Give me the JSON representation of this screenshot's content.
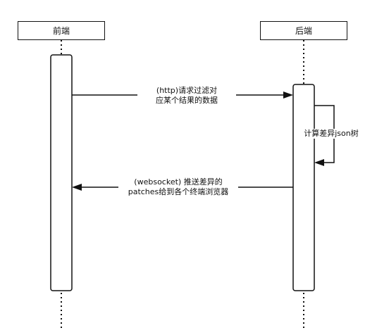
{
  "participants": {
    "frontend": {
      "name": "前端"
    },
    "backend": {
      "name": "后端"
    }
  },
  "messages": {
    "request": {
      "line1": "(http)请求过滤对",
      "line2": "应某个结果的数据"
    },
    "self_compute": {
      "text": "计算差异json树"
    },
    "push": {
      "line1": "(websocket) 推送差异的",
      "line2": "patches给到各个终端浏览器"
    }
  }
}
